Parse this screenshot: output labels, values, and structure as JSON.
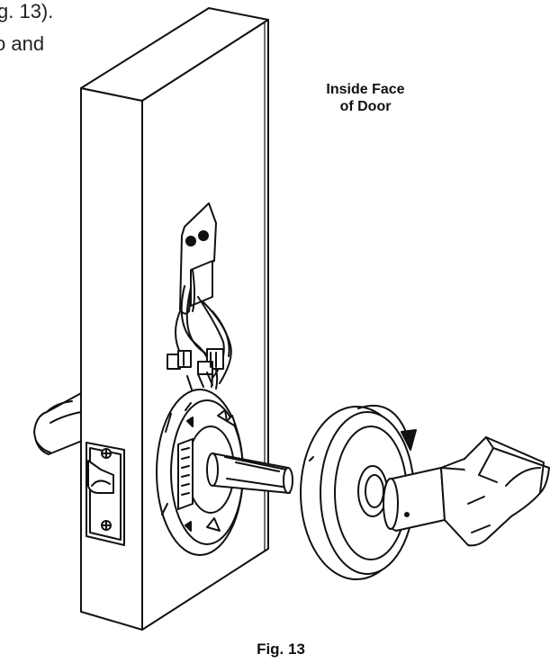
{
  "text_fragments": {
    "line1": "g. 13).",
    "line2": "o and"
  },
  "callout": {
    "line1": "Inside Face",
    "line2": "of Door"
  },
  "figure_label": "Fig. 13"
}
